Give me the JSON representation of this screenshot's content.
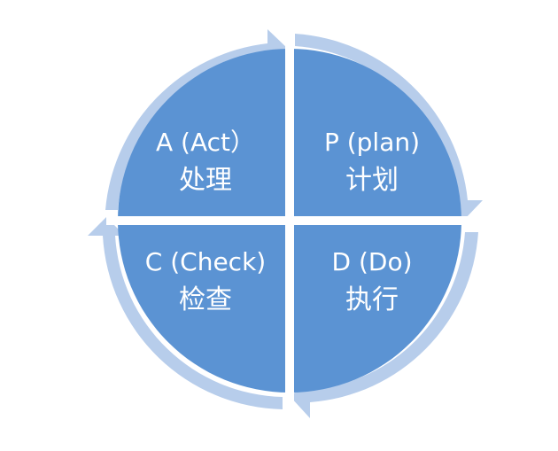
{
  "colors": {
    "quadrant_fill": "#5b93d3",
    "arrow_ring": "#b7cdeb",
    "gap": "#ffffff",
    "text": "#ffffff"
  },
  "quadrants": {
    "act": {
      "title": "A (Act）",
      "subtitle": "处理"
    },
    "plan": {
      "title": "P (plan)",
      "subtitle": "计划"
    },
    "do": {
      "title": "D (Do)",
      "subtitle": "执行"
    },
    "check": {
      "title": "C (Check)",
      "subtitle": "检查"
    }
  }
}
